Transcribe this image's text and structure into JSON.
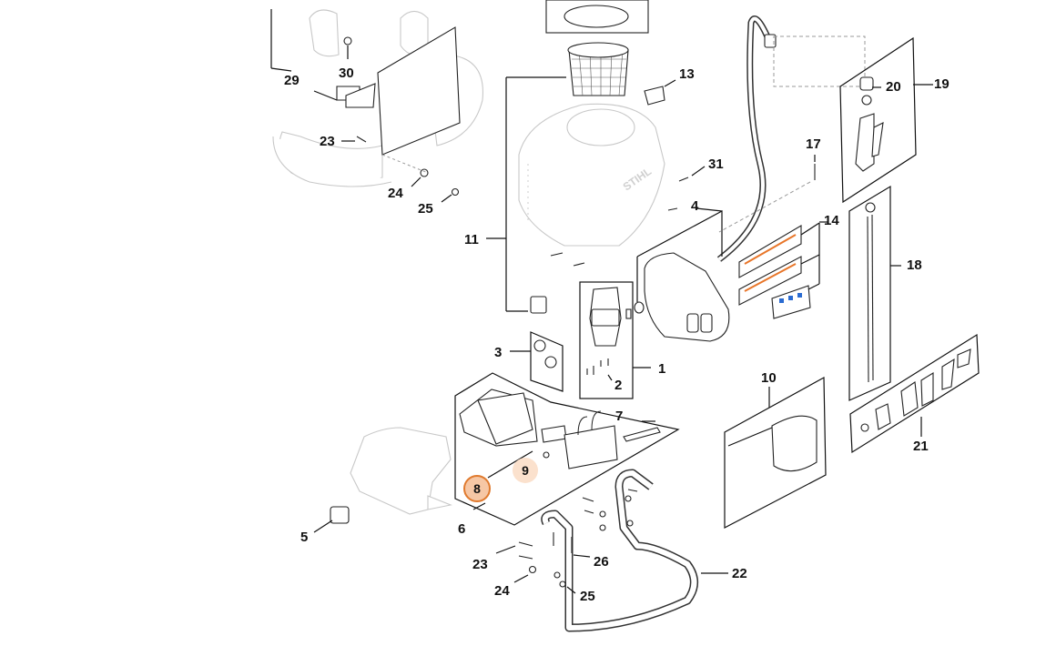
{
  "callouts": {
    "c1": "1",
    "c2": "2",
    "c3": "3",
    "c4": "4",
    "c5": "5",
    "c6": "6",
    "c7": "7",
    "c8": "8",
    "c9": "9",
    "c10": "10",
    "c11": "11",
    "c13": "13",
    "c14": "14",
    "c17": "17",
    "c18": "18",
    "c19": "19",
    "c20": "20",
    "c21": "21",
    "c22": "22",
    "c23a": "23",
    "c23b": "23",
    "c24a": "24",
    "c24b": "24",
    "c25a": "25",
    "c25b": "25",
    "c26": "26",
    "c29": "29",
    "c30": "30",
    "c31": "31"
  },
  "tank_brand": "STIHL",
  "colors": {
    "line": "#111111",
    "ghost": "#c8c8c8",
    "highlight_selected_fill": "#f6c7a5",
    "highlight_selected_stroke": "#e07a2e",
    "highlight_soft_fill": "#fbe1cd",
    "strip_accent": "#e8762a",
    "label_blue": "#2a6bd1"
  },
  "highlighted_callouts": {
    "selected": "8",
    "hover": "9"
  }
}
